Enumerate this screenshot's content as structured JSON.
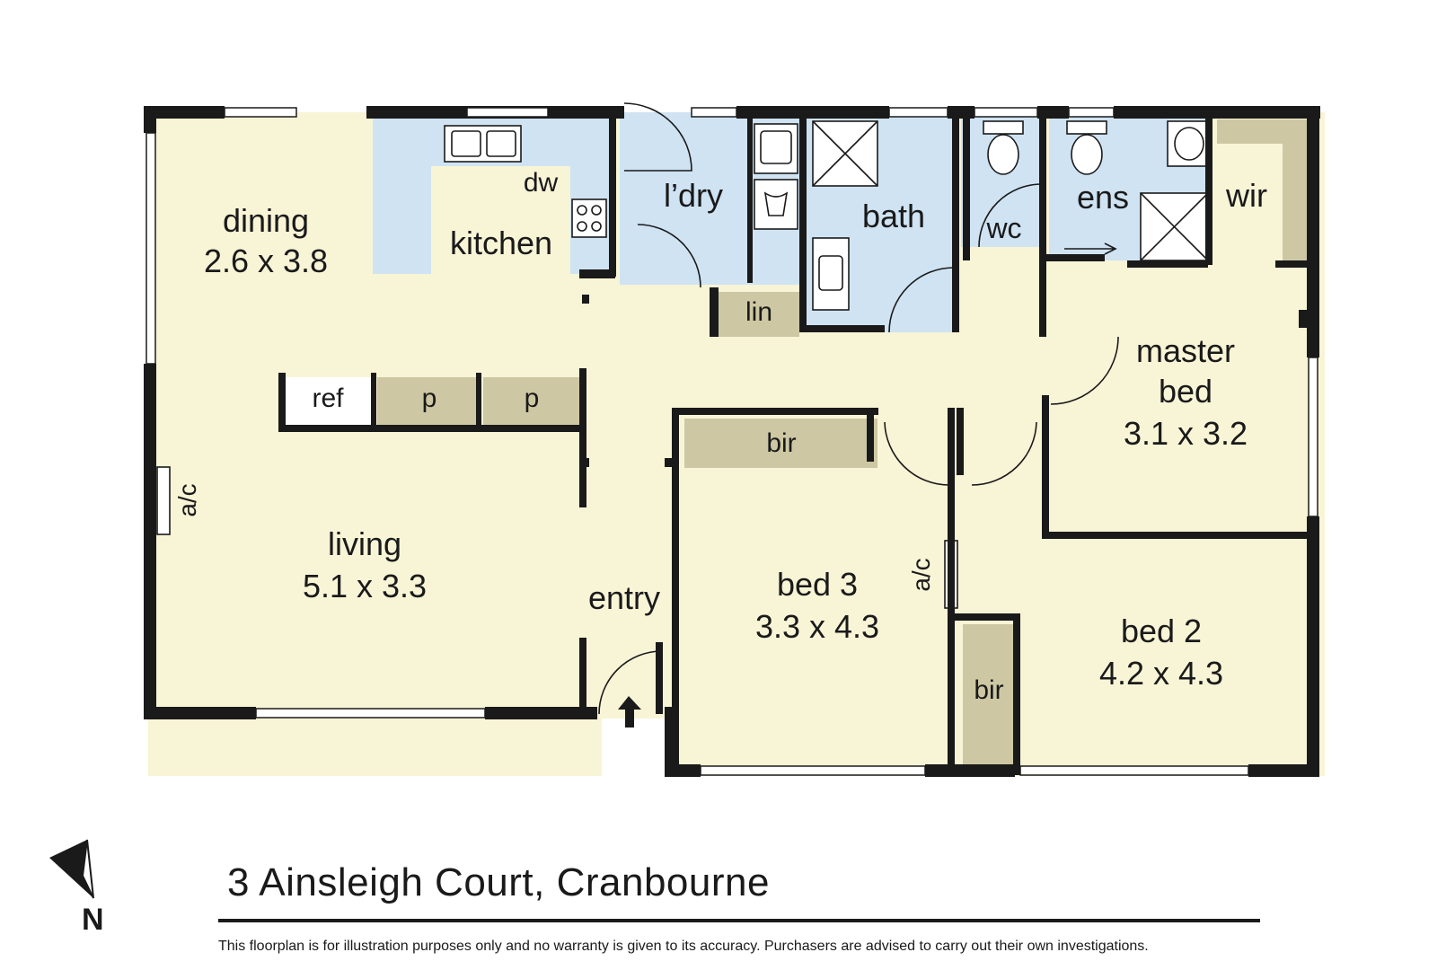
{
  "rooms": {
    "dining": {
      "name": "dining",
      "size": "2.6 x 3.8"
    },
    "kitchen": {
      "name": "kitchen"
    },
    "dw": {
      "name": "dw"
    },
    "laundry": {
      "name": "l’dry"
    },
    "bath": {
      "name": "bath"
    },
    "wc": {
      "name": "wc"
    },
    "ens": {
      "name": "ens"
    },
    "wir": {
      "name": "wir"
    },
    "lin": {
      "name": "lin"
    },
    "ref": {
      "name": "ref"
    },
    "pantry1": {
      "name": "p"
    },
    "pantry2": {
      "name": "p"
    },
    "master": {
      "name1": "master",
      "name2": "bed",
      "size": "3.1 x 3.2"
    },
    "bir3": {
      "name": "bir"
    },
    "bir2": {
      "name": "bir"
    },
    "living": {
      "name": "living",
      "size": "5.1 x 3.3"
    },
    "entry": {
      "name": "entry"
    },
    "bed3": {
      "name": "bed 3",
      "size": "3.3 x 4.3"
    },
    "bed2": {
      "name": "bed 2",
      "size": "4.2 x 4.3"
    },
    "ac_living": {
      "name": "a/c"
    },
    "ac_bed3": {
      "name": "a/c"
    }
  },
  "address": "3 Ainsleigh Court, Cranbourne",
  "disclaimer": "This floorplan is for illustration purposes only and no warranty is given to its accuracy. Purchasers are advised to carry out their own investigations.",
  "compass": {
    "letter": "N"
  },
  "colors": {
    "wet_area": "#cfe3f3",
    "living_area": "#f8f4d6",
    "storage": "#cdc8a3",
    "wall": "#1a1a1a"
  }
}
